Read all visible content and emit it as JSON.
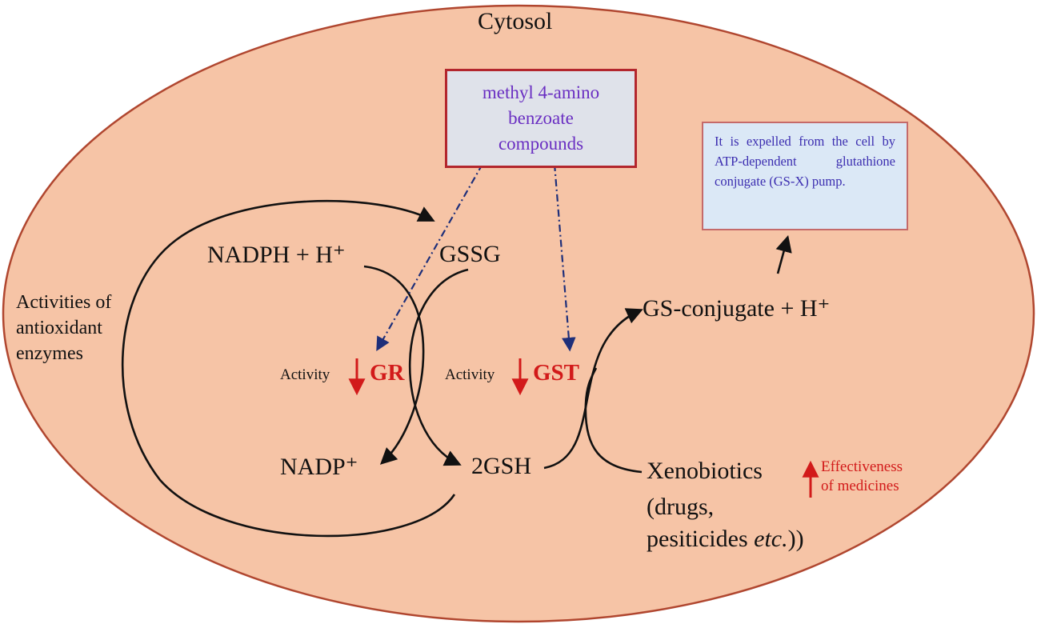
{
  "compartment": "Cytosol",
  "compound_box": "methyl 4-amino\nbenzoate\ncompounds",
  "pump_box": "It is expelled from the cell by ATP-dependent glutathione conjugate (GS-X) pump.",
  "side_label": "Activities of\nantioxidant\nenzymes",
  "species": {
    "nadph": "NADPH + H⁺",
    "gssg": "GSSG",
    "nadp": "NADP⁺",
    "gsh": "2GSH",
    "gs_conjugate": "GS-conjugate + H⁺",
    "xenobiotics": "Xenobiotics",
    "xenobiotics_examples": "(drugs,\npesiticides etc.)"
  },
  "enzymes": {
    "gr": {
      "activity_label": "Activity",
      "name": "GR"
    },
    "gst": {
      "activity_label": "Activity",
      "name": "GST"
    }
  },
  "effect_note": "Effectiveness\nof medicines",
  "colors": {
    "cell_fill": "#f6c4a6",
    "cell_border": "#b0462f",
    "enzyme_red": "#d21a1a",
    "compound_text": "#6a2fc2",
    "dashed_arrow": "#1e2f7a"
  }
}
